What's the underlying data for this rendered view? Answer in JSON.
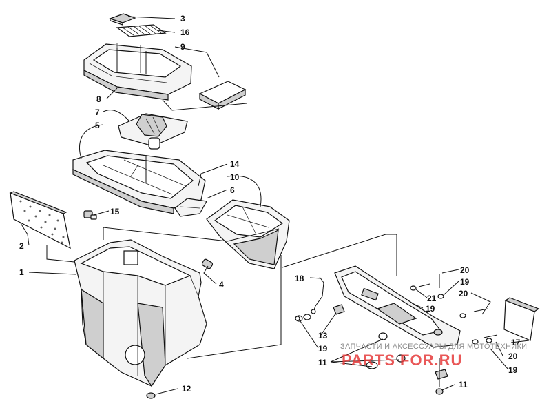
{
  "callouts": {
    "c3": "3",
    "c16": "16",
    "c9": "9",
    "c8": "8",
    "c7": "7",
    "c5": "5",
    "c14": "14",
    "c10": "10",
    "c6": "6",
    "c15": "15",
    "c2": "2",
    "c1": "1",
    "c4": "4",
    "c12": "12",
    "c18": "18",
    "c13": "13",
    "c19a": "19",
    "c11a": "11",
    "c20a": "20",
    "c19b": "19",
    "c21": "21",
    "c20b": "20",
    "c19c": "19",
    "c17": "17",
    "c20c": "20",
    "c19d": "19",
    "c11b": "11"
  },
  "watermark": {
    "caption": "ЗАПЧАСТИ И АКСЕССУАРЫ ДЛЯ МОТОТЕХНИКИ",
    "brand": "PARTS FOR.RU"
  }
}
